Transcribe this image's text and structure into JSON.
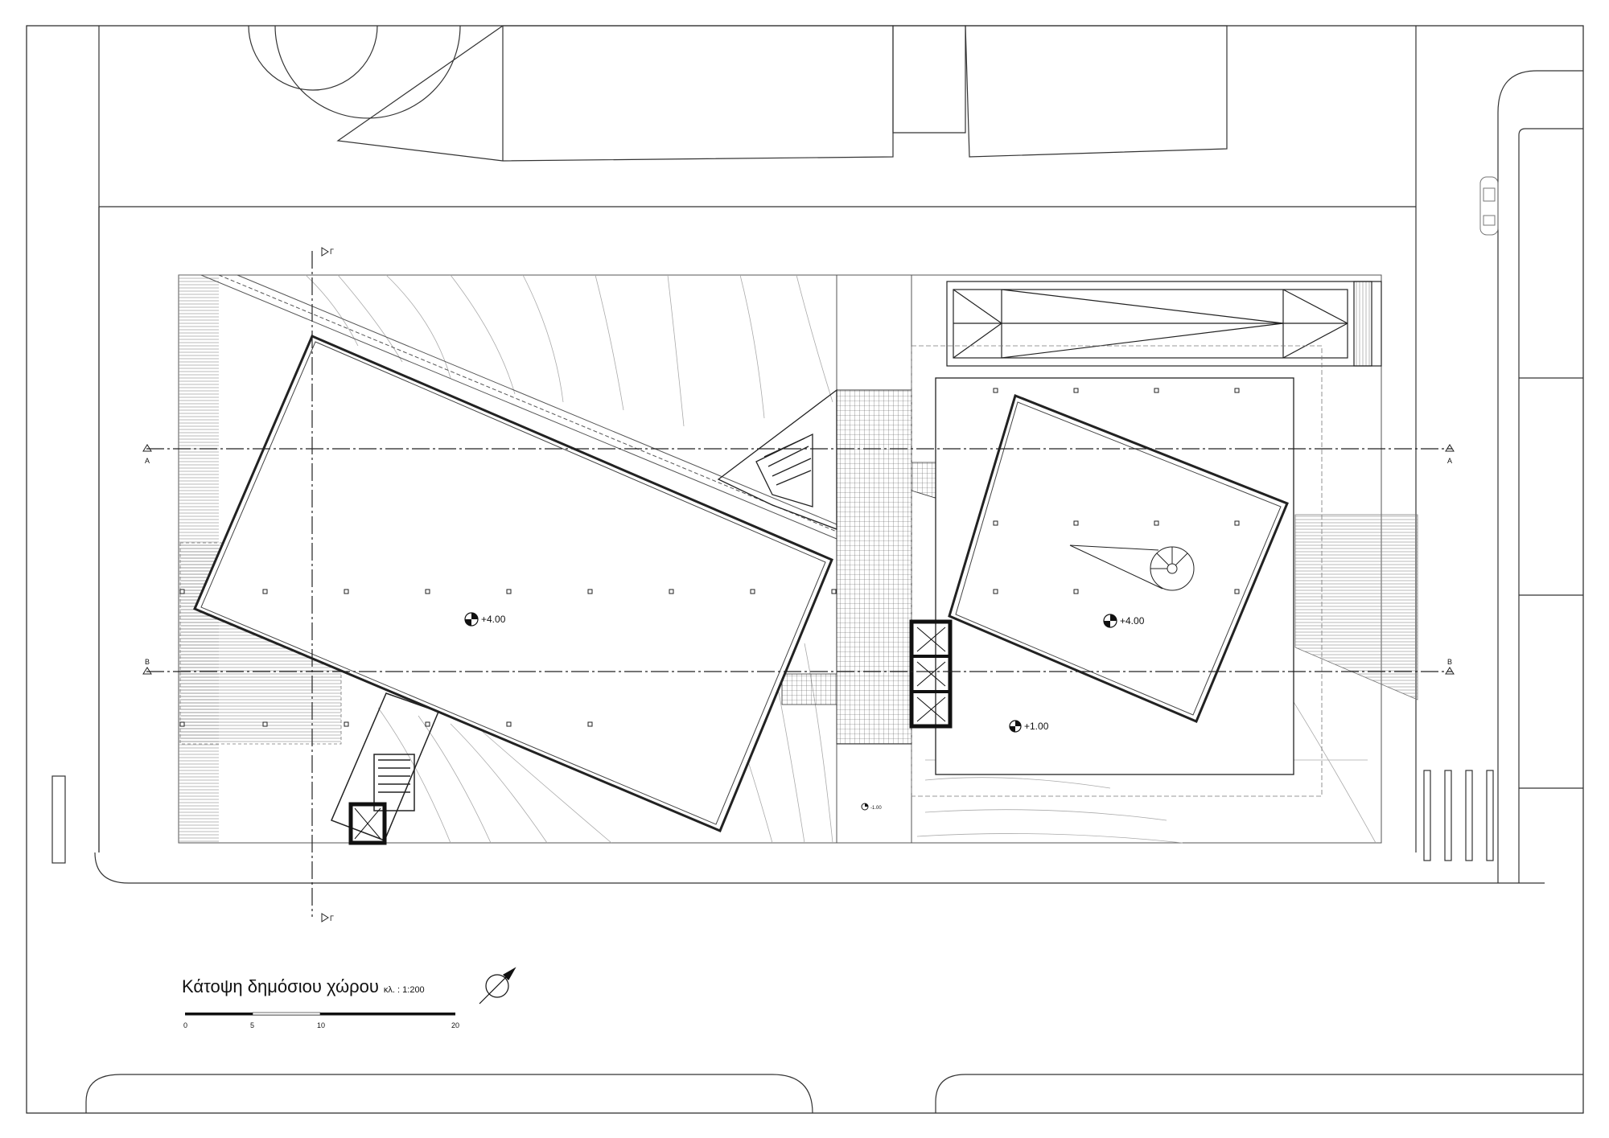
{
  "drawing": {
    "title": "Κάτοψη δημόσιου χώρου",
    "scale_label": "κλ. : 1:200"
  },
  "scale_bar": {
    "ticks": [
      "0",
      "5",
      "10",
      "20"
    ]
  },
  "levels": {
    "left_roof": "+4.00",
    "right_roof": "+4.00",
    "courtyard": "+1.00",
    "small_mark": "-1.00"
  },
  "section_markers": {
    "top": "Γ",
    "bottom": "Γ",
    "axis_a_left": "Α",
    "axis_a_right": "Α",
    "axis_b_left": "Β",
    "axis_b_right": "Β"
  },
  "colors": {
    "line": "#222222",
    "light_line": "#9a9a9a",
    "hatch": "#6f6f6f"
  },
  "icons": [
    "north-arrow-icon",
    "level-marker-icon"
  ]
}
